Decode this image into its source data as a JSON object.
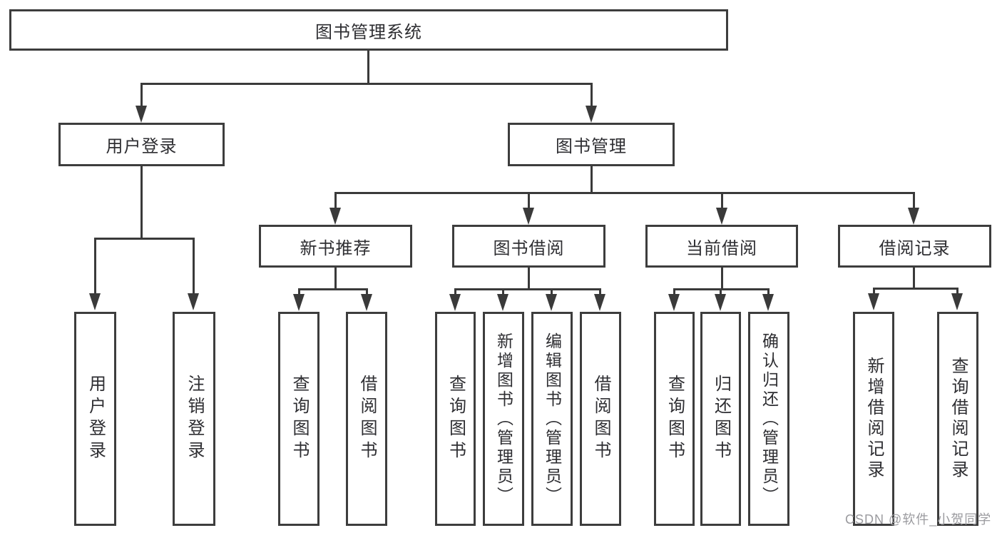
{
  "tree": {
    "root": {
      "label": "图书管理系统",
      "children": [
        {
          "label": "用户登录",
          "children": [
            {
              "label": "用户登录"
            },
            {
              "label": "注销登录"
            }
          ]
        },
        {
          "label": "图书管理",
          "children": [
            {
              "label": "新书推荐",
              "children": [
                {
                  "label": "查询图书"
                },
                {
                  "label": "借阅图书"
                }
              ]
            },
            {
              "label": "图书借阅",
              "children": [
                {
                  "label": "查询图书"
                },
                {
                  "label": "新增图书（管理员）"
                },
                {
                  "label": "编辑图书（管理员）"
                },
                {
                  "label": "借阅图书"
                }
              ]
            },
            {
              "label": "当前借阅",
              "children": [
                {
                  "label": "查询图书"
                },
                {
                  "label": "归还图书"
                },
                {
                  "label": "确认归还（管理员）"
                }
              ]
            },
            {
              "label": "借阅记录",
              "children": [
                {
                  "label": "新增借阅记录"
                },
                {
                  "label": "查询借阅记录"
                }
              ]
            }
          ]
        }
      ]
    }
  },
  "watermark": {
    "text": "CSDN @软件_小贺同学"
  },
  "colors": {
    "line": "#3a3a3a",
    "border": "#3d3d3d",
    "text": "#2e2e32",
    "watermark": "#9b9b9f",
    "background": "#ffffff"
  }
}
